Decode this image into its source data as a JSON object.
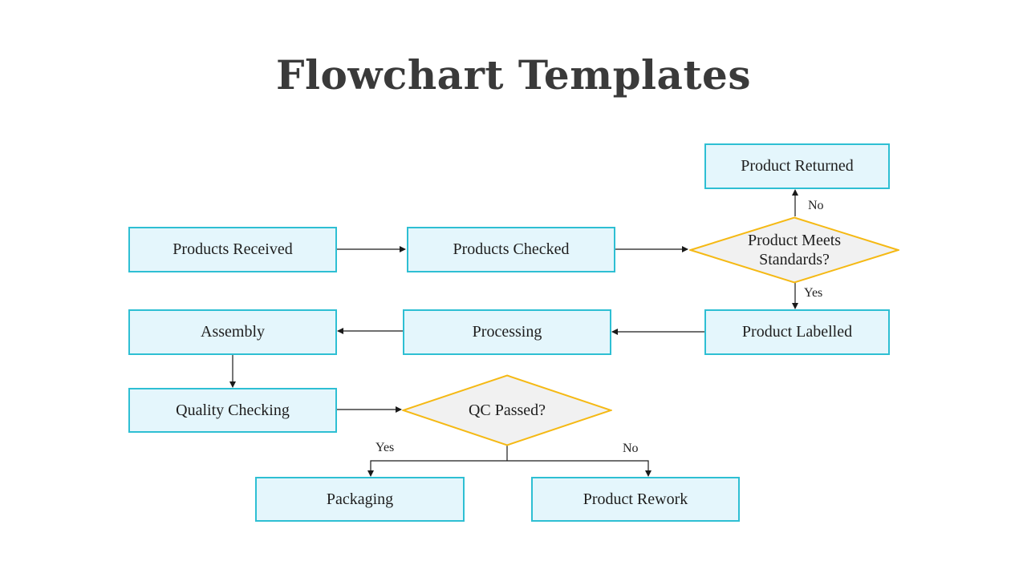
{
  "title": "Flowchart Templates",
  "colors": {
    "box_border": "#2ebfd3",
    "box_fill": "#e4f6fc",
    "decision_border": "#f5b914",
    "decision_fill": "#f1f1f1",
    "arrow": "#1a1a1a"
  },
  "nodes": {
    "products_received": "Products Received",
    "products_checked": "Products Checked",
    "product_meets_standards": "Product Meets Standards?",
    "product_returned": "Product Returned",
    "product_labelled": "Product Labelled",
    "processing": "Processing",
    "assembly": "Assembly",
    "quality_checking": "Quality Checking",
    "qc_passed": "QC Passed?",
    "packaging": "Packaging",
    "product_rework": "Product Rework"
  },
  "edge_labels": {
    "standards_no": "No",
    "standards_yes": "Yes",
    "qc_yes": "Yes",
    "qc_no": "No"
  }
}
